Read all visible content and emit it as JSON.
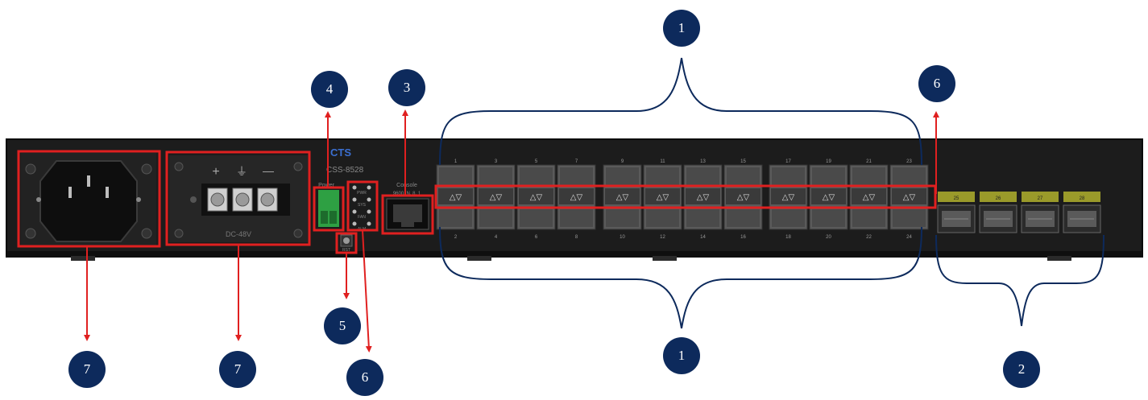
{
  "colors": {
    "navy": "#0d2a5c",
    "highlight": "#e02020",
    "chassis": "#1c1c1c",
    "port_gray": "#5a5a5a",
    "terminal_green": "#2ea043",
    "sfp_label": "#9a9a2a"
  },
  "device": {
    "brand": "CTS",
    "model": "CSS-8528",
    "power_label": "Power",
    "console_label": "Console",
    "console_sub": "9600, N, 8, 1",
    "dc_label": "DC-48V",
    "polarity_plus": "+",
    "polarity_ground": "⏚",
    "polarity_minus": "—",
    "rst_label": "RST",
    "led_labels": [
      "PWR",
      "SYS",
      "FAN",
      "ALM"
    ],
    "ports_top": [
      "1",
      "3",
      "5",
      "7",
      "9",
      "11",
      "13",
      "15",
      "17",
      "19",
      "21",
      "23"
    ],
    "ports_bottom": [
      "2",
      "4",
      "6",
      "8",
      "10",
      "12",
      "14",
      "16",
      "18",
      "20",
      "22",
      "24"
    ],
    "sfp_ports": [
      "25",
      "26",
      "27",
      "28"
    ]
  },
  "callouts": [
    "1",
    "1",
    "2",
    "3",
    "4",
    "5",
    "6",
    "6",
    "7",
    "7"
  ]
}
